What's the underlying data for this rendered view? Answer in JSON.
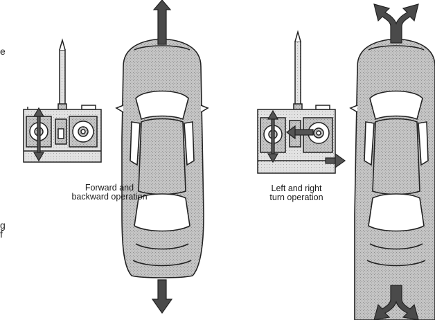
{
  "captions": {
    "forward_line1": "Forward and",
    "forward_line2": "backward operation",
    "turn_line1": "Left and right",
    "turn_line2": "turn operation"
  },
  "edge_fragments": {
    "top": "e",
    "mid_a": "g",
    "mid_b": "f"
  },
  "colors": {
    "line": "#222222",
    "body_fill": "#bcbcbc",
    "glass_fill": "#ffffff",
    "arrow_fill": "#4a4a4a",
    "remote_fill": "#dddddd"
  },
  "icons": [
    "remote-controller-icon",
    "car-top-view-icon",
    "up-arrow-icon",
    "down-arrow-icon",
    "double-arrow-icon",
    "fork-arrow-icon"
  ]
}
